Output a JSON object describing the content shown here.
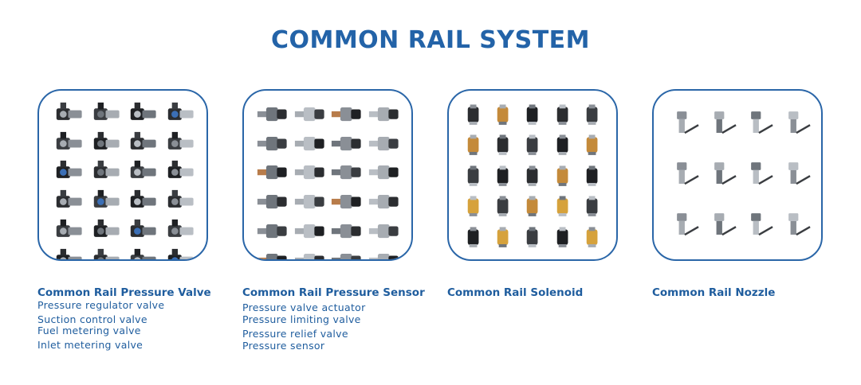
{
  "page": {
    "title": "COMMON RAIL SYSTEM",
    "title_color": "#2363a8",
    "border_color": "#2a66a8"
  },
  "categories": [
    {
      "title": "Common Rail Pressure Valve",
      "items": [
        "Pressure regulator valve",
        "Suction control valve",
        "Fuel metering valve",
        "Inlet metering valve"
      ],
      "image": "pressure-valve-parts"
    },
    {
      "title": "Common Rail Pressure Sensor",
      "items": [
        "Pressure valve actuator",
        "Pressure limiting valve",
        "Pressure relief valve",
        "Pressure sensor"
      ],
      "image": "pressure-sensor-parts"
    },
    {
      "title": "Common Rail Solenoid",
      "items": [],
      "image": "solenoid-parts"
    },
    {
      "title": "Common Rail Nozzle",
      "items": [],
      "image": "nozzle-parts"
    }
  ]
}
